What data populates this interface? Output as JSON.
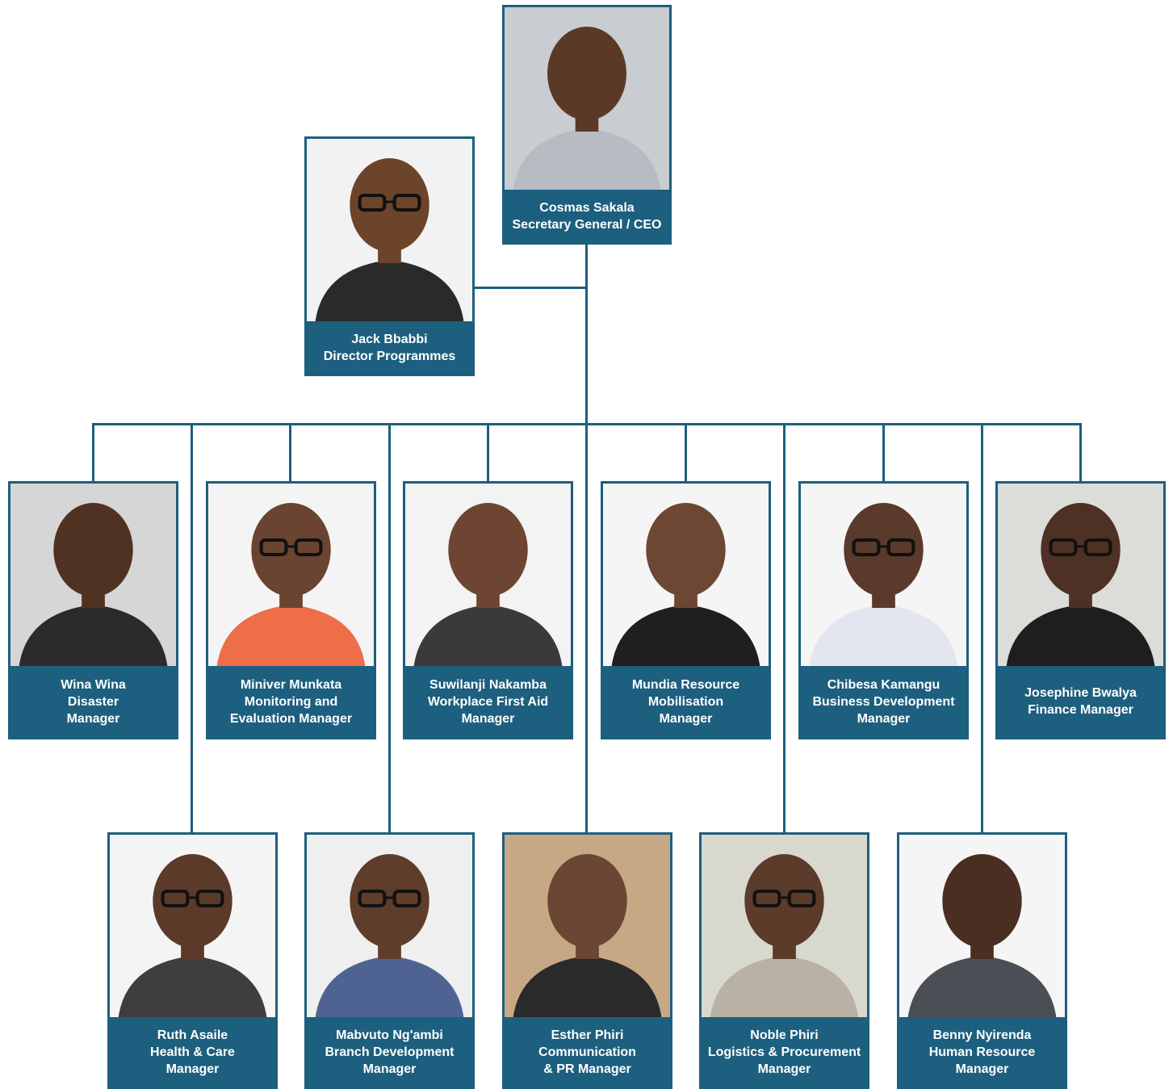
{
  "colors": {
    "line": "#1d5f7e",
    "caption_bg": "#1d5f7e",
    "caption_text": "#ffffff",
    "background": "#ffffff"
  },
  "people": {
    "ceo": {
      "lines": [
        "Cosmas Sakala",
        "Secretary General / CEO"
      ],
      "bg": "#c9ccd0",
      "skin": "#5a3a26",
      "shirt": "#b8bcc2",
      "glasses": false
    },
    "dir": {
      "lines": [
        "Jack Bbabbi",
        "Director Programmes"
      ],
      "bg": "#f2f2f2",
      "skin": "#6b442a",
      "shirt": "#2a2a2a",
      "glasses": true
    },
    "p1": {
      "lines": [
        "Wina Wina",
        "Disaster",
        "Manager"
      ],
      "bg": "#d6d6d6",
      "skin": "#4f3222",
      "shirt": "#2b2b2b",
      "glasses": false
    },
    "p2": {
      "lines": [
        "Miniver Munkata",
        "Monitoring and",
        "Evaluation Manager"
      ],
      "bg": "#f4f4f4",
      "skin": "#6a4430",
      "shirt": "#ef6e4a",
      "glasses": true
    },
    "p3": {
      "lines": [
        "Suwilanji Nakamba",
        "Workplace First Aid",
        "Manager"
      ],
      "bg": "#f3f3f3",
      "skin": "#6d4532",
      "shirt": "#3a3a3a",
      "glasses": false
    },
    "p4": {
      "lines": [
        "Mundia Resource",
        "Mobilisation",
        "Manager"
      ],
      "bg": "#f5f5f5",
      "skin": "#6e4634",
      "shirt": "#1f1f1f",
      "glasses": false
    },
    "p5": {
      "lines": [
        "Chibesa Kamangu",
        "Business Development",
        "Manager"
      ],
      "bg": "#f5f5f5",
      "skin": "#5a3a2a",
      "shirt": "#e3e6ef",
      "glasses": true
    },
    "p6": {
      "lines": [
        "Josephine Bwalya",
        "Finance Manager"
      ],
      "bg": "#dcdcd8",
      "skin": "#4e3124",
      "shirt": "#1e1e1e",
      "glasses": true
    },
    "p7": {
      "lines": [
        "Ruth Asaile",
        "Health & Care",
        "Manager"
      ],
      "bg": "#f4f4f4",
      "skin": "#5c3a2a",
      "shirt": "#3e3e3e",
      "glasses": true
    },
    "p8": {
      "lines": [
        "Mabvuto Ng'ambi",
        "Branch Development",
        "Manager"
      ],
      "bg": "#efefef",
      "skin": "#5e3d2b",
      "shirt": "#4e6391",
      "glasses": true
    },
    "p9": {
      "lines": [
        "Esther Phiri",
        "Communication",
        "& PR Manager"
      ],
      "bg": "#c7a884",
      "skin": "#6a4634",
      "shirt": "#2a2a2a",
      "glasses": false
    },
    "p10": {
      "lines": [
        "Noble Phiri",
        "Logistics & Procurement",
        "Manager"
      ],
      "bg": "#d9d8cf",
      "skin": "#5b3b29",
      "shirt": "#b9b2a4",
      "glasses": true
    },
    "p11": {
      "lines": [
        "Benny Nyirenda",
        "Human Resource",
        "Manager"
      ],
      "bg": "#f5f5f5",
      "skin": "#4a2e22",
      "shirt": "#4a4e55",
      "glasses": false
    }
  }
}
